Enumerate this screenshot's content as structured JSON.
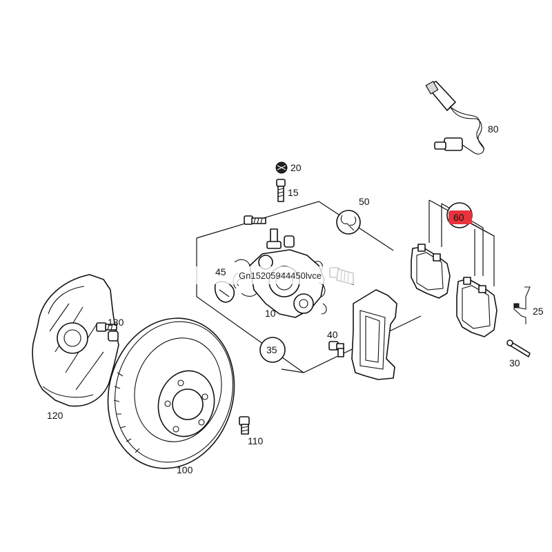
{
  "labels": {
    "l10": "10",
    "l15": "15",
    "l20": "20",
    "l25": "25",
    "l30": "30",
    "l35": "35",
    "l40": "40",
    "l45": "45",
    "l50": "50",
    "l60": "60",
    "l80": "80",
    "l100": "100",
    "l110": "110",
    "l120": "120",
    "l130": "130"
  },
  "watermark": "Gn15205944450lvce",
  "colors": {
    "highlight": "#e8323c",
    "ink": "#111111"
  },
  "icons": {
    "tool": "wrench-icon"
  }
}
